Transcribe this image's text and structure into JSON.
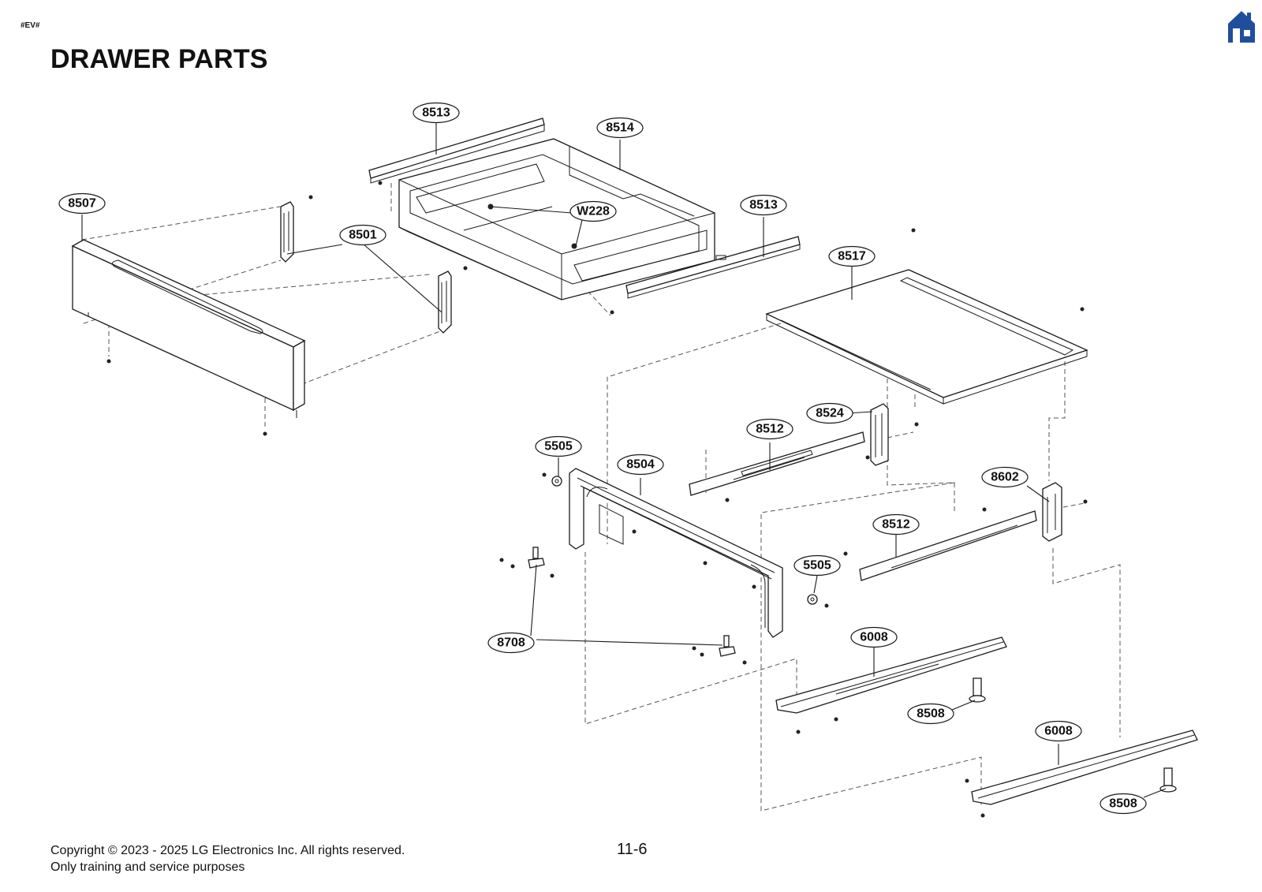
{
  "header": {
    "tag": "#EV#",
    "title": "DRAWER PARTS",
    "home_icon": "home-icon",
    "accent_color": "#1f4e9c"
  },
  "callouts": {
    "c8513a": "8513",
    "c8514": "8514",
    "c8507": "8507",
    "c8501": "8501",
    "cW228": "W228",
    "c8513b": "8513",
    "c8517": "8517",
    "c8524": "8524",
    "c8512a": "8512",
    "c5505a": "5505",
    "c8504": "8504",
    "c8602": "8602",
    "c8512b": "8512",
    "c5505b": "5505",
    "c6008a": "6008",
    "c8708": "8708",
    "c8508a": "8508",
    "c6008b": "6008",
    "c8508b": "8508"
  },
  "footer": {
    "copyright": "Copyright © 2023 - 2025 LG Electronics Inc. All rights reserved.",
    "purpose": "Only training and service purposes",
    "page": "11-6"
  }
}
